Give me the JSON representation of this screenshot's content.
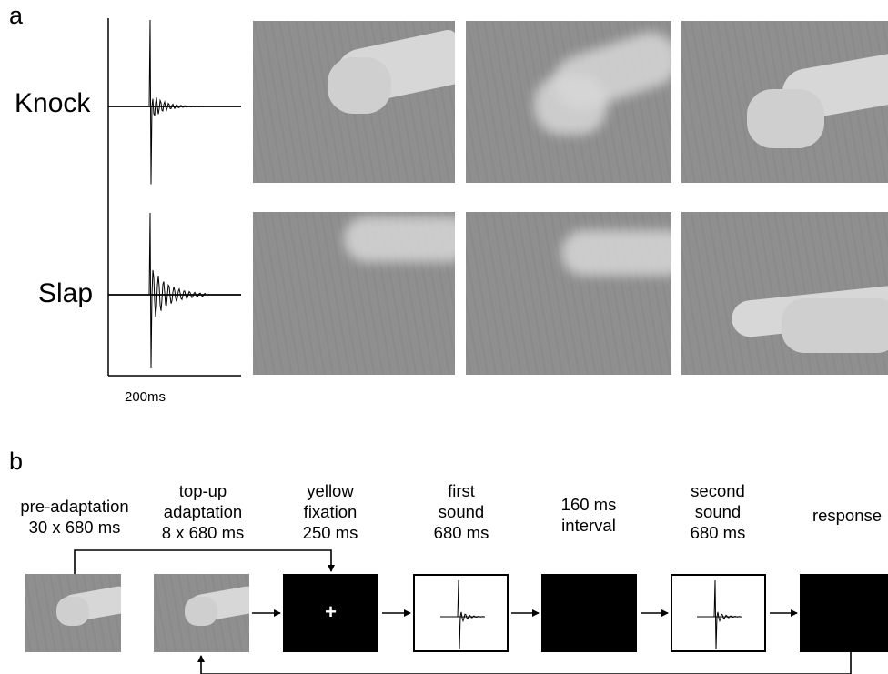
{
  "panel_a": {
    "letter": "a",
    "rows": [
      {
        "label": "Knock"
      },
      {
        "label": "Slap"
      }
    ],
    "time_scale_label": "200ms"
  },
  "panel_b": {
    "letter": "b",
    "steps": [
      {
        "label_lines": [
          "pre-adaptation",
          "30 x 680 ms"
        ],
        "box": "hand-photo"
      },
      {
        "label_lines": [
          "top-up",
          "adaptation",
          "8 x 680 ms"
        ],
        "box": "hand-photo"
      },
      {
        "label_lines": [
          "yellow",
          "fixation",
          "250 ms"
        ],
        "box": "black-fixation"
      },
      {
        "label_lines": [
          "first",
          "sound",
          "680 ms"
        ],
        "box": "waveform"
      },
      {
        "label_lines": [
          "160 ms",
          "interval"
        ],
        "box": "black"
      },
      {
        "label_lines": [
          "second",
          "sound",
          "680 ms"
        ],
        "box": "waveform"
      },
      {
        "label_lines": [
          "response"
        ],
        "box": "black"
      }
    ],
    "fixation_symbol": "+"
  }
}
